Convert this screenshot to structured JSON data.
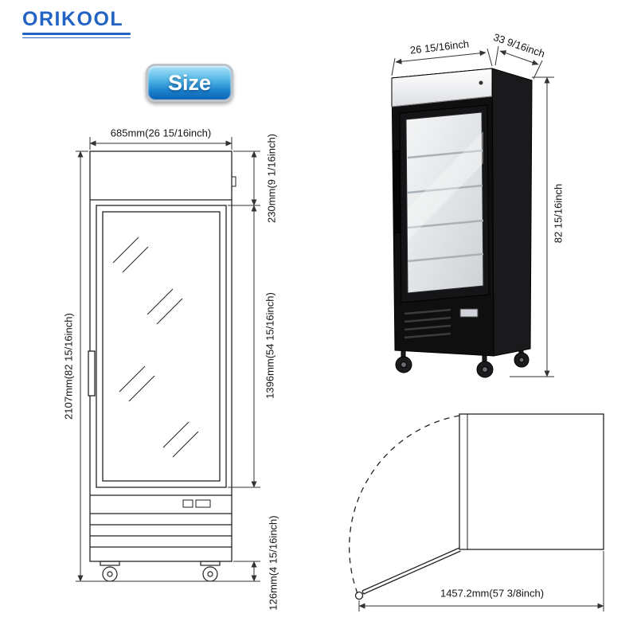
{
  "brand": {
    "logo": "ORIKOOL"
  },
  "badge": {
    "label": "Size"
  },
  "front_view": {
    "width_label": "685mm(26 15/16inch)",
    "height_label": "2107mm(82 15/16inch)",
    "header_label": "230mm(9 1/16inch)",
    "door_label": "1396mm(54 15/16inch)",
    "base_label": "126mm(4 15/16inch)"
  },
  "product_view": {
    "width_label": "26 15/16inch",
    "depth_label": "33 9/16inch",
    "height_label": "82 15/16inch"
  },
  "top_view": {
    "clearance_label": "1457.2mm(57 3/8inch)"
  },
  "colors": {
    "brand_blue": "#2263c3",
    "badge_gradient_top": "#a9e1f8",
    "badge_gradient_bottom": "#0c63b5",
    "line_color": "#222222"
  }
}
